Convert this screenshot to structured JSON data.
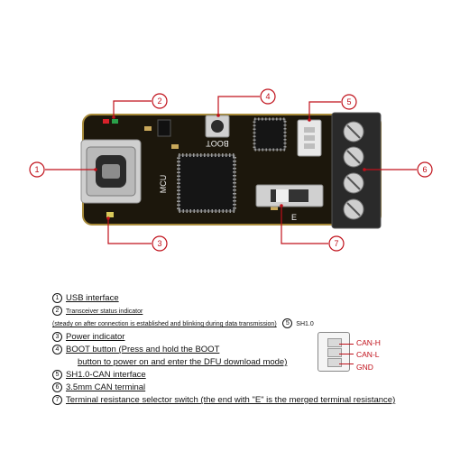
{
  "callouts": [
    "1",
    "2",
    "3",
    "4",
    "5",
    "6",
    "7"
  ],
  "board": {
    "silk_mcu": "MCU",
    "silk_boot": "BOOT",
    "silk_e": "E"
  },
  "legend": {
    "items": [
      {
        "num": "1",
        "text": "USB interface"
      },
      {
        "num": "2",
        "text": "Transceiver status indicator"
      },
      {
        "num": "",
        "text": "(steady on after connection is established and blinking during data transmission)"
      },
      {
        "num": "3",
        "text": "Power indicator"
      },
      {
        "num": "4",
        "text": "BOOT button (Press and hold the BOOT"
      },
      {
        "num": "",
        "text": "button to power on and enter the DFU download mode)"
      },
      {
        "num": "5",
        "text": "SH1.0-CAN interface"
      },
      {
        "num": "6",
        "text": "3.5mm CAN terminal"
      },
      {
        "num": "7",
        "text": "Terminal resistance selector switch (the end with \"E\" is the merged terminal resistance)"
      }
    ],
    "sh_label_num": "5",
    "sh_label": "SH1.0"
  },
  "connector_pins": [
    "CAN-H",
    "CAN-L",
    "GND"
  ],
  "colors": {
    "accent": "#c0101a",
    "pcb": "#1c170c",
    "pcb_edge": "#a88b3a"
  }
}
